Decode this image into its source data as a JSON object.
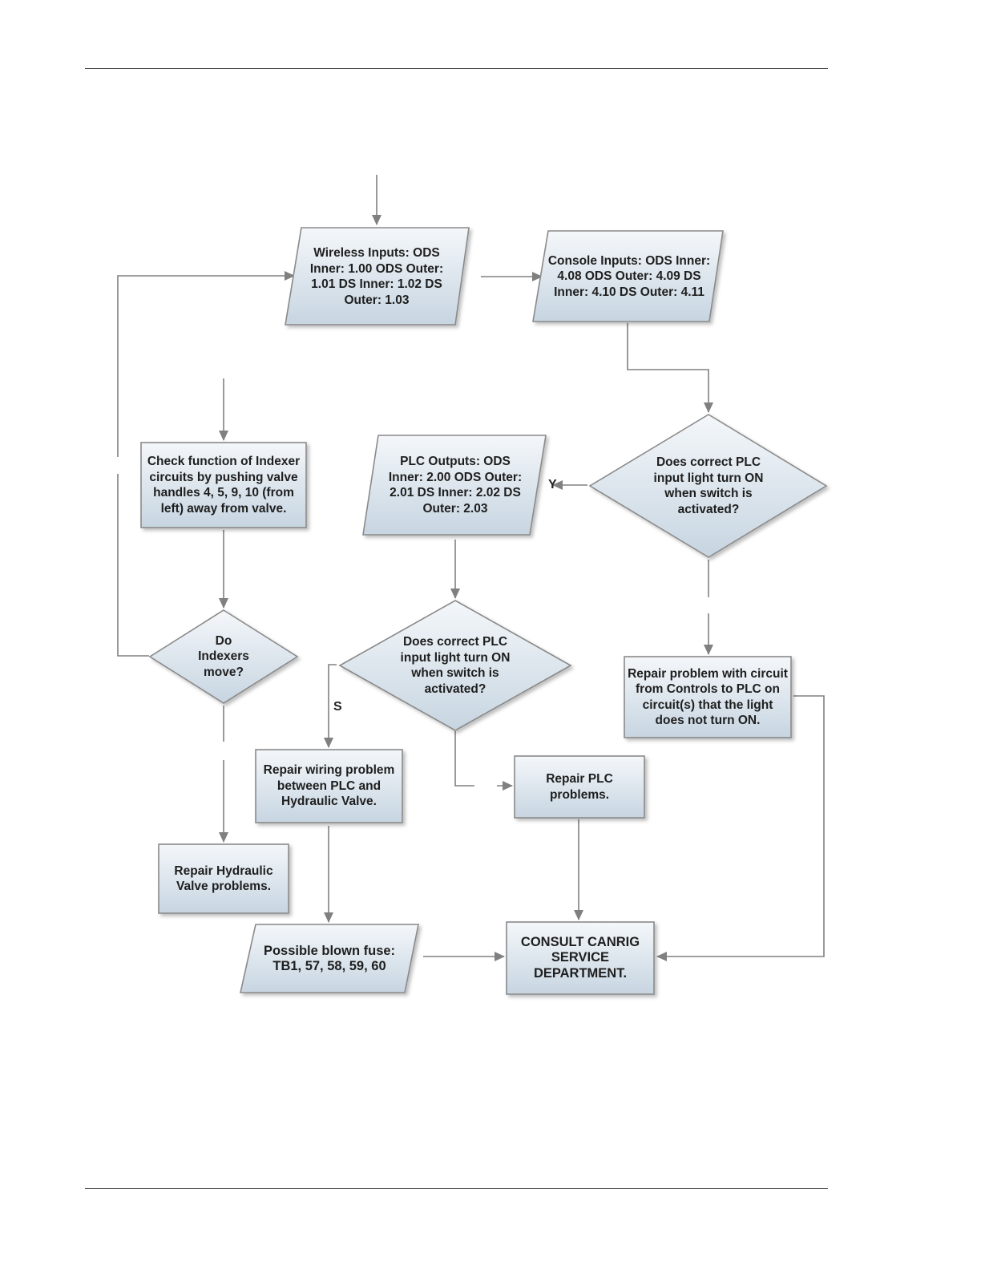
{
  "nodes": {
    "wireless_inputs": "Wireless Inputs: ODS Inner: 1.00 ODS Outer: 1.01 DS Inner: 1.02 DS Outer: 1.03",
    "console_inputs": "Console Inputs: ODS Inner: 4.08 ODS Outer: 4.09 DS Inner: 4.10 DS Outer: 4.11",
    "check_indexer": "Check function of Indexer circuits by pushing valve handles 4, 5, 9, 10 (from left) away from valve.",
    "plc_outputs": "PLC Outputs: ODS Inner: 2.00 ODS Outer: 2.01 DS Inner: 2.02 DS Outer: 2.03",
    "decision_input_light_right": "Does correct PLC input light turn ON when switch is activated?",
    "decision_indexers_move": "Do Indexers move?",
    "decision_input_light_middle": "Does correct PLC input light turn ON when switch is activated?",
    "repair_controls_circuit": "Repair problem with circuit from Controls to PLC on circuit(s) that the light does not turn ON.",
    "repair_wiring": "Repair wiring problem between PLC and Hydraulic Valve.",
    "repair_plc": "Repair PLC problems.",
    "repair_hydraulic_valve": "Repair Hydraulic Valve problems.",
    "possible_blown_fuse": "Possible blown fuse: TB1, 57, 58, 59, 60",
    "consult_canrig": "CONSULT CANRIG SERVICE DEPARTMENT."
  },
  "edge_labels": {
    "yes_mark": "Y",
    "s_mark": "S"
  },
  "colors": {
    "box_fill_top": "#f4f7fa",
    "box_fill_bottom": "#c7d5e1",
    "stroke": "#8a8a8a",
    "connector": "#808080",
    "text": "#1e1e1e"
  }
}
